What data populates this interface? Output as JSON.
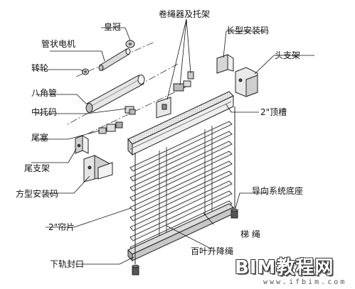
{
  "labels": {
    "crown": "皇冠",
    "tube_motor": "管状电机",
    "wheel": "转轮",
    "octagon_tube": "八角管",
    "mid_bracket": "中托码",
    "end_plug": "尾塞",
    "end_bracket": "尾支架",
    "square_mount": "方型安装码",
    "slat": "2\"帘片",
    "bottom_cap": "下轨封口",
    "roller_bracket": "卷绳器及托架",
    "long_mount": "长型安装码",
    "head_bracket": "头支架",
    "top_rail": "2\"顶槽",
    "guide_base": "导向系统底座",
    "ladder_cord": "梯 绳",
    "lift_cord": "百叶升降绳"
  },
  "watermark": {
    "main": "BIM教程网",
    "sub": "www.ifbim.com"
  }
}
